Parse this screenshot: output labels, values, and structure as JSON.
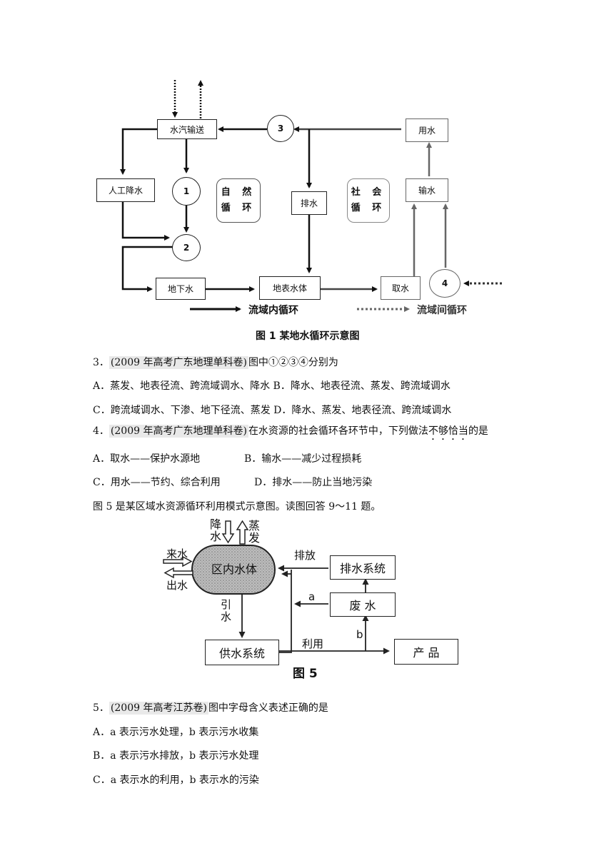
{
  "fig1": {
    "boxes": {
      "vapor": "水汽输送",
      "artificial": "人工降水",
      "drain": "排水",
      "use": "用水",
      "transport": "输水",
      "ground": "地下水",
      "surface": "地表水体",
      "intake": "取水"
    },
    "circles": {
      "c1": "1",
      "c2": "2",
      "c3": "3",
      "c4": "4"
    },
    "natural_line1": "自 然",
    "natural_line2": "循 环",
    "social_line1": "社 会",
    "social_line2": "循 环",
    "legend_inner": "流域内循环",
    "legend_inter": "流域间循环",
    "caption": "图 1 某地水循环示意图"
  },
  "q3": {
    "number": "3．",
    "source": "(2009 年高考广东地理单科卷)",
    "stem": "图中①②③④分别为",
    "optAB": "A．蒸发、地表径流、跨流域调水、降水 B．降水、地表径流、蒸发、跨流域调水",
    "optCD": "C．跨流域调水、下渗、地下径流、蒸发 D．降水、蒸发、地表径流、跨流域调水"
  },
  "q4": {
    "number": "4．",
    "source": "(2009 年高考广东地理单科卷)",
    "stem_a": "在水资源的社会循环各环节中，下列做法",
    "stem_em": "不够恰当",
    "stem_b": "的是",
    "optA": "A．取水——保护水源地",
    "optB": "B．输水——减少过程损耗",
    "optC": "C．用水——节约、综合利用",
    "optD": "D．排水——防止当地污染"
  },
  "intro": "图 5 是某区域水资源循环利用模式示意图。读图回答 9～11 题。",
  "fig5": {
    "rain1": "降",
    "rain2": "水",
    "evap1": "蒸",
    "evap2": "发",
    "inflow": "来水",
    "outflow": "出水",
    "water_body": "区内水体",
    "discharge": "排放",
    "drainage": "排水系统",
    "waste": "废 水",
    "a": "a",
    "b": "b",
    "draw1": "引",
    "draw2": "水",
    "supply": "供水系统",
    "use": "利用",
    "product": "产  品",
    "caption": "图 5"
  },
  "q5": {
    "number": "5．",
    "source": "(2009 年高考江苏卷)",
    "stem": "图中字母含义表述正确的是",
    "optA": "A．a 表示污水处理，b 表示污水收集",
    "optB": "B．a 表示污水排放，b 表示污水处理",
    "optC": "C．a 表示水的利用，b 表示水的污染"
  }
}
